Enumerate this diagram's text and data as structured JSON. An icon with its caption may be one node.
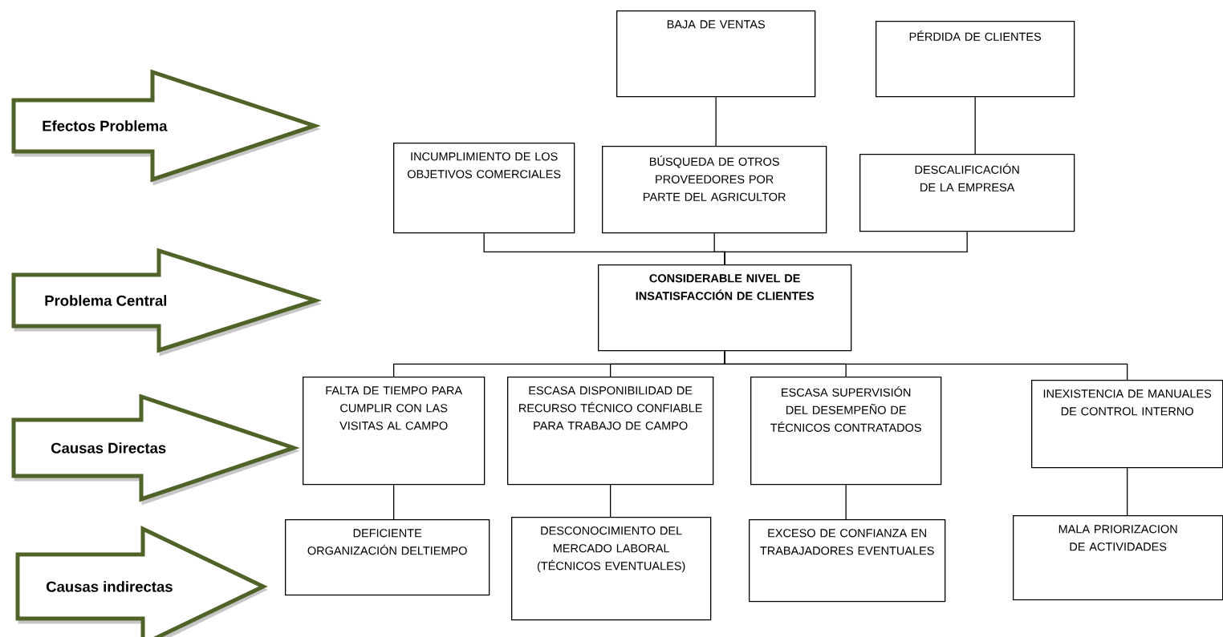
{
  "diagram": {
    "nodes": [
      {
        "text": [
          "BAJA DE VENTAS"
        ]
      },
      {
        "text": [
          "PÉRDIDA DE CLIENTES"
        ]
      },
      {
        "text": [
          "Efectos Problema"
        ]
      },
      {
        "text": [
          "INCUMPLIMIENTO DE LOS OBJETIVOS COMERCIALES"
        ]
      },
      {
        "text": [
          "BÚSQUEDA DE OTROS PROVEEDORES POR PARTE DEL AGRICULTOR"
        ]
      },
      {
        "text": [
          "DESCALIFICACIÓN DE LA EMPRESA"
        ]
      },
      {
        "text": [
          "Problema Central"
        ]
      },
      {
        "text": [
          "CONSIDERABLE NIVEL DE INSATISFACCIÓN DE CLIENTES"
        ]
      },
      {
        "text": [
          "Causas Directas"
        ]
      },
      {
        "text": [
          "FALTA DE TIEMPO PARA CUMPLIR CON LAS VISITAS AL CAMPO"
        ]
      },
      {
        "text": [
          "ESCASA DISPONIBILIDAD DE RECURSO TÉCNICO CONFIABLE PARA TRABAJO DE CAMPO"
        ]
      },
      {
        "text": [
          "ESCASA SUPERVISIÓN DEL DESEMPEÑO DE TÉCNICOS CONTRATADOS"
        ]
      },
      {
        "text": [
          "INEXISTENCIA DE MANUALES DE CONTROL INTERNO"
        ]
      },
      {
        "text": [
          "Causas indirectas"
        ]
      },
      {
        "text": [
          "DEFICIENTE ORGANIZACIÓN DELTIEMPO"
        ]
      },
      {
        "text": [
          "DESCONOCIMIENTO DEL MERCADO LABORAL (TÉCNICOS EVENTUALES)"
        ]
      },
      {
        "text": [
          "EXCESO DE CONFIANZA EN TRABAJADORES EVENTUALES"
        ]
      },
      {
        "text": [
          "MALA PRIORIZACION DE ACTIVIDADES"
        ]
      }
    ],
    "edges": [
      {
        "from": 0,
        "to": 4,
        "arrow": "none"
      },
      {
        "from": 1,
        "to": 5,
        "arrow": "none"
      },
      {
        "from": 3,
        "to": 7,
        "arrow": "none"
      },
      {
        "from": 4,
        "to": 7,
        "arrow": "none"
      },
      {
        "from": 5,
        "to": 7,
        "arrow": "none"
      },
      {
        "from": 7,
        "to": 9,
        "arrow": "none"
      },
      {
        "from": 7,
        "to": 10,
        "arrow": "none"
      },
      {
        "from": 7,
        "to": 11,
        "arrow": "none"
      },
      {
        "from": 7,
        "to": 12,
        "arrow": "none"
      },
      {
        "from": 9,
        "to": 14,
        "arrow": "none"
      },
      {
        "from": 10,
        "to": 15,
        "arrow": "none"
      },
      {
        "from": 11,
        "to": 16,
        "arrow": "none"
      },
      {
        "from": 12,
        "to": 17,
        "arrow": "none"
      }
    ]
  }
}
